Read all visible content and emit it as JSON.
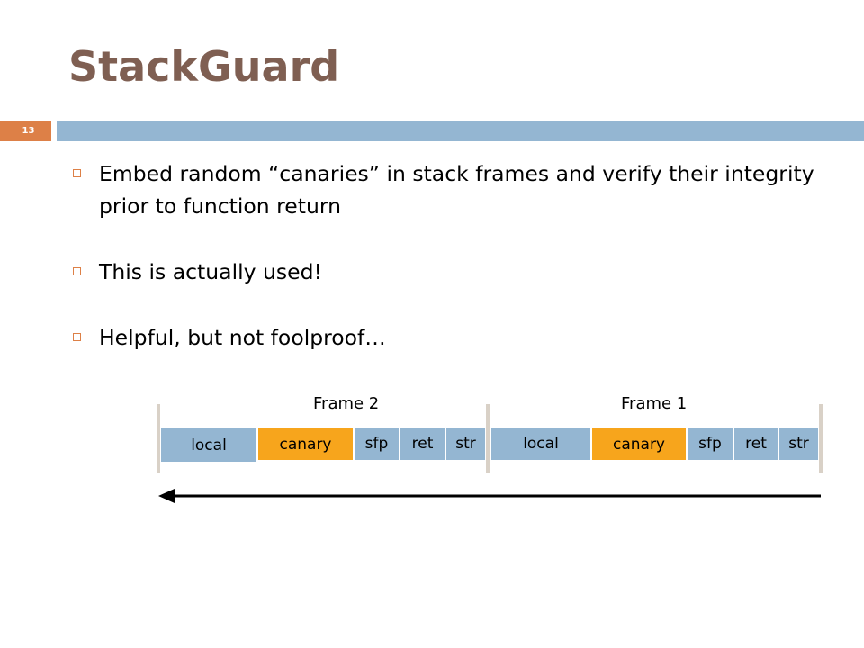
{
  "slide": {
    "title": "StackGuard",
    "number": "13"
  },
  "bullets": [
    "Embed random “canaries” in stack frames and verify their integrity prior to function return",
    "This is actually used!",
    "Helpful, but not foolproof…"
  ],
  "diagram": {
    "frames": [
      {
        "label": "Frame 2",
        "cells": [
          "local",
          "canary",
          "sfp",
          "ret",
          "str"
        ]
      },
      {
        "label": "Frame 1",
        "cells": [
          "local",
          "canary",
          "sfp",
          "ret",
          "str"
        ]
      }
    ],
    "colors": {
      "buffer": "#94b6d2",
      "canary": "#f7a51c",
      "accent": "#dd8047"
    },
    "arrow_direction": "left"
  }
}
